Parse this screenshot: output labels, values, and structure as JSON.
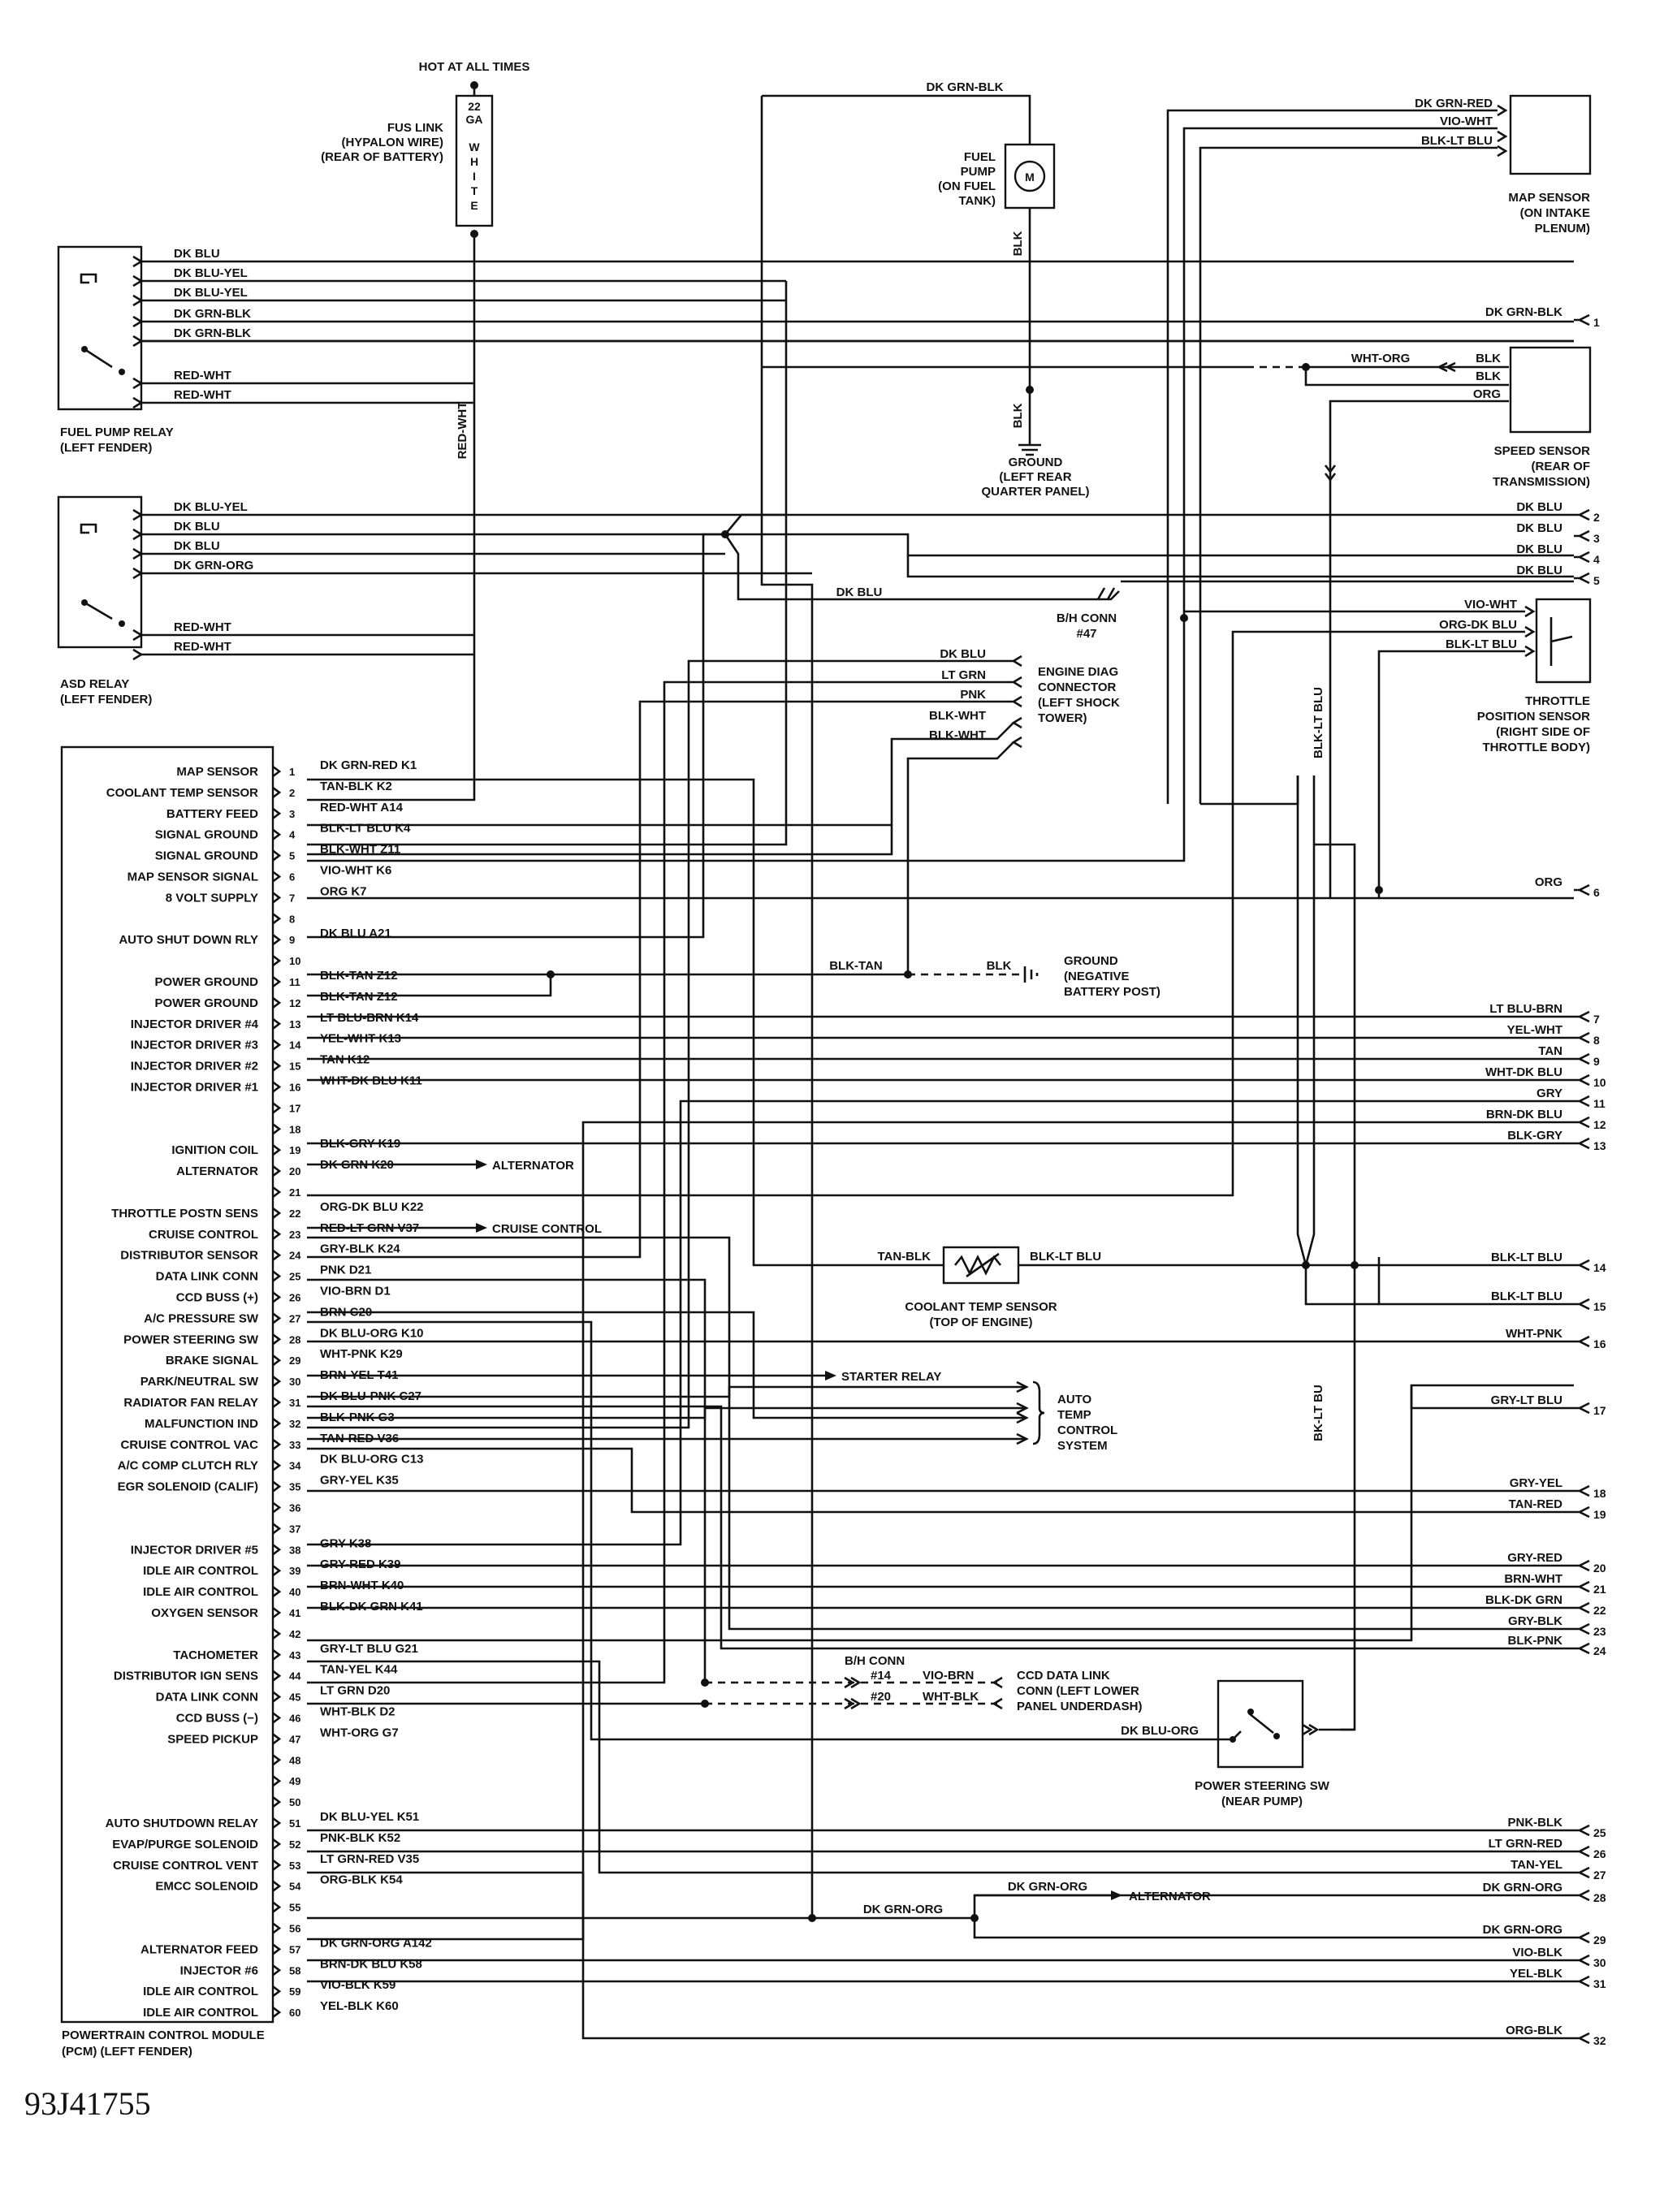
{
  "top_label": "HOT AT ALL TIMES",
  "fusible_link": {
    "label": [
      "FUS LINK",
      "(HYPALON WIRE)",
      "(REAR OF BATTERY)"
    ],
    "gauge": [
      "22",
      "GA"
    ],
    "color_letters": [
      "W",
      "H",
      "I",
      "T",
      "E"
    ],
    "wire": "RED-WHT"
  },
  "fuel_pump": {
    "label": [
      "FUEL",
      "PUMP",
      "(ON FUEL",
      "TANK)"
    ],
    "motor_symbol": "M",
    "feed_wire": "DK GRN-BLK",
    "ground_wire": "BLK"
  },
  "fuel_pump_ground": {
    "label": [
      "GROUND",
      "(LEFT REAR",
      "QUARTER PANEL)"
    ]
  },
  "map_sensor": {
    "label": [
      "MAP SENSOR",
      "(ON INTAKE",
      "PLENUM)"
    ],
    "wires": [
      "DK GRN-RED",
      "VIO-WHT",
      "BLK-LT BLU"
    ]
  },
  "fuel_pump_relay": {
    "label": [
      "FUEL PUMP RELAY",
      "(LEFT FENDER)"
    ],
    "wires": [
      "DK BLU",
      "DK BLU-YEL",
      "DK BLU-YEL",
      "DK GRN-BLK",
      "DK GRN-BLK",
      "RED-WHT",
      "RED-WHT"
    ]
  },
  "asd_relay": {
    "label": [
      "ASD RELAY",
      "(LEFT FENDER)"
    ],
    "wires": [
      "DK BLU-YEL",
      "DK BLU",
      "DK BLU",
      "DK GRN-ORG",
      "RED-WHT",
      "RED-WHT"
    ]
  },
  "speed_sensor": {
    "label": [
      "SPEED SENSOR",
      "(REAR OF",
      "TRANSMISSION)"
    ],
    "wires": [
      "BLK",
      "BLK",
      "ORG"
    ],
    "splice_wire": "WHT-ORG"
  },
  "bh_conn_47": {
    "label": [
      "B/H CONN",
      "#47"
    ],
    "wire": "DK BLU"
  },
  "throttle_position_sensor": {
    "label": [
      "THROTTLE",
      "POSITION SENSOR",
      "(RIGHT SIDE OF",
      "THROTTLE BODY)"
    ],
    "wires": [
      "VIO-WHT",
      "ORG-DK BLU",
      "BLK-LT BLU"
    ]
  },
  "engine_diag_connector": {
    "label": [
      "ENGINE DIAG",
      "CONNECTOR",
      "(LEFT SHOCK",
      "TOWER)"
    ],
    "wires": [
      "DK BLU",
      "LT GRN",
      "PNK",
      "BLK-WHT",
      "BLK-WHT"
    ]
  },
  "battery_ground": {
    "label": [
      "GROUND",
      "(NEGATIVE",
      "BATTERY POST)"
    ],
    "wires": [
      "BLK-TAN",
      "BLK"
    ]
  },
  "alternator_1": "ALTERNATOR",
  "cruise_control": "CRUISE CONTROL",
  "starter_relay": "STARTER RELAY",
  "auto_temp_control": [
    "AUTO",
    "TEMP",
    "CONTROL",
    "SYSTEM"
  ],
  "coolant_temp_sensor": {
    "label": [
      "COOLANT TEMP SENSOR",
      "(TOP OF ENGINE)"
    ],
    "wires": [
      "TAN-BLK",
      "BLK-LT BLU"
    ]
  },
  "vertical_labels": {
    "blk_lt_blu": "BLK-LT BLU",
    "bk_lt_bu": "BK-LT BU"
  },
  "bh_conn_ccd": {
    "title": "B/H CONN",
    "rows": [
      {
        "pin": "#14",
        "wire": "VIO-BRN"
      },
      {
        "pin": "#20",
        "wire": "WHT-BLK"
      }
    ],
    "label": [
      "CCD DATA LINK",
      "CONN (LEFT LOWER",
      "PANEL UNDERDASH)"
    ]
  },
  "power_steering_sw": {
    "label": [
      "POWER STEERING SW",
      "(NEAR PUMP)"
    ],
    "wire": "DK BLU-ORG"
  },
  "alternator_2": {
    "wires": [
      "DK GRN-ORG",
      "DK GRN-ORG"
    ],
    "label": "ALTERNATOR"
  },
  "pcm": {
    "label": [
      "POWERTRAIN CONTROL MODULE",
      "(PCM) (LEFT FENDER)"
    ],
    "pins": [
      {
        "num": "1",
        "name": "MAP SENSOR",
        "wire": "DK GRN-RED K1"
      },
      {
        "num": "2",
        "name": "COOLANT TEMP SENSOR",
        "wire": "TAN-BLK K2"
      },
      {
        "num": "3",
        "name": "BATTERY FEED",
        "wire": "RED-WHT A14"
      },
      {
        "num": "4",
        "name": "SIGNAL GROUND",
        "wire": "BLK-LT BLU K4"
      },
      {
        "num": "5",
        "name": "SIGNAL GROUND",
        "wire": "BLK-WHT Z11"
      },
      {
        "num": "6",
        "name": "MAP SENSOR SIGNAL",
        "wire": "VIO-WHT K6"
      },
      {
        "num": "7",
        "name": "8 VOLT SUPPLY",
        "wire": "ORG K7"
      },
      {
        "num": "8",
        "name": "",
        "wire": ""
      },
      {
        "num": "9",
        "name": "AUTO SHUT DOWN RLY",
        "wire": "DK BLU A21"
      },
      {
        "num": "10",
        "name": "",
        "wire": ""
      },
      {
        "num": "11",
        "name": "POWER GROUND",
        "wire": "BLK-TAN Z12"
      },
      {
        "num": "12",
        "name": "POWER GROUND",
        "wire": "BLK-TAN Z12"
      },
      {
        "num": "13",
        "name": "INJECTOR DRIVER #4",
        "wire": "LT BLU-BRN K14"
      },
      {
        "num": "14",
        "name": "INJECTOR DRIVER #3",
        "wire": "YEL-WHT K13"
      },
      {
        "num": "15",
        "name": "INJECTOR DRIVER #2",
        "wire": "TAN K12"
      },
      {
        "num": "16",
        "name": "INJECTOR DRIVER #1",
        "wire": "WHT-DK BLU K11"
      },
      {
        "num": "17",
        "name": "",
        "wire": ""
      },
      {
        "num": "18",
        "name": "",
        "wire": ""
      },
      {
        "num": "19",
        "name": "IGNITION COIL",
        "wire": "BLK-GRY K19"
      },
      {
        "num": "20",
        "name": "ALTERNATOR",
        "wire": "DK GRN K20"
      },
      {
        "num": "21",
        "name": "",
        "wire": ""
      },
      {
        "num": "22",
        "name": "THROTTLE POSTN SENS",
        "wire": "ORG-DK BLU K22"
      },
      {
        "num": "23",
        "name": "CRUISE CONTROL",
        "wire": "RED-LT GRN V37"
      },
      {
        "num": "24",
        "name": "DISTRIBUTOR SENSOR",
        "wire": "GRY-BLK K24"
      },
      {
        "num": "25",
        "name": "DATA LINK CONN",
        "wire": "PNK D21"
      },
      {
        "num": "26",
        "name": "CCD BUSS (+)",
        "wire": "VIO-BRN D1"
      },
      {
        "num": "27",
        "name": "A/C PRESSURE SW",
        "wire": "BRN C20"
      },
      {
        "num": "28",
        "name": "POWER STEERING SW",
        "wire": "DK BLU-ORG K10"
      },
      {
        "num": "29",
        "name": "BRAKE SIGNAL",
        "wire": "WHT-PNK K29"
      },
      {
        "num": "30",
        "name": "PARK/NEUTRAL SW",
        "wire": "BRN-YEL T41"
      },
      {
        "num": "31",
        "name": "RADIATOR FAN RELAY",
        "wire": "DK BLU-PNK C27"
      },
      {
        "num": "32",
        "name": "MALFUNCTION IND",
        "wire": "BLK-PNK G3"
      },
      {
        "num": "33",
        "name": "CRUISE CONTROL VAC",
        "wire": "TAN-RED V36"
      },
      {
        "num": "34",
        "name": "A/C COMP CLUTCH RLY",
        "wire": "DK BLU-ORG C13"
      },
      {
        "num": "35",
        "name": "EGR SOLENOID (CALIF)",
        "wire": "GRY-YEL K35"
      },
      {
        "num": "36",
        "name": "",
        "wire": ""
      },
      {
        "num": "37",
        "name": "",
        "wire": ""
      },
      {
        "num": "38",
        "name": "INJECTOR DRIVER #5",
        "wire": "GRY K38"
      },
      {
        "num": "39",
        "name": "IDLE AIR CONTROL",
        "wire": "GRY-RED K39"
      },
      {
        "num": "40",
        "name": "IDLE AIR CONTROL",
        "wire": "BRN-WHT K40"
      },
      {
        "num": "41",
        "name": "OXYGEN SENSOR",
        "wire": "BLK-DK GRN K41"
      },
      {
        "num": "42",
        "name": "",
        "wire": ""
      },
      {
        "num": "43",
        "name": "TACHOMETER",
        "wire": "GRY-LT BLU G21"
      },
      {
        "num": "44",
        "name": "DISTRIBUTOR IGN SENS",
        "wire": "TAN-YEL K44"
      },
      {
        "num": "45",
        "name": "DATA LINK CONN",
        "wire": "LT GRN D20"
      },
      {
        "num": "46",
        "name": "CCD BUSS (−)",
        "wire": "WHT-BLK D2"
      },
      {
        "num": "47",
        "name": "SPEED PICKUP",
        "wire": "WHT-ORG G7"
      },
      {
        "num": "48",
        "name": "",
        "wire": ""
      },
      {
        "num": "49",
        "name": "",
        "wire": ""
      },
      {
        "num": "50",
        "name": "",
        "wire": ""
      },
      {
        "num": "51",
        "name": "AUTO SHUTDOWN RELAY",
        "wire": "DK BLU-YEL K51"
      },
      {
        "num": "52",
        "name": "EVAP/PURGE SOLENOID",
        "wire": "PNK-BLK K52"
      },
      {
        "num": "53",
        "name": "CRUISE CONTROL VENT",
        "wire": "LT GRN-RED V35"
      },
      {
        "num": "54",
        "name": "EMCC SOLENOID",
        "wire": "ORG-BLK K54"
      },
      {
        "num": "55",
        "name": "",
        "wire": ""
      },
      {
        "num": "56",
        "name": "",
        "wire": ""
      },
      {
        "num": "57",
        "name": "ALTERNATOR FEED",
        "wire": "DK GRN-ORG A142"
      },
      {
        "num": "58",
        "name": "INJECTOR #6",
        "wire": "BRN-DK BLU K58"
      },
      {
        "num": "59",
        "name": "IDLE AIR CONTROL",
        "wire": "VIO-BLK K59"
      },
      {
        "num": "60",
        "name": "IDLE AIR CONTROL",
        "wire": "YEL-BLK K60"
      }
    ]
  },
  "right_connector": [
    {
      "num": "1",
      "wire": "DK GRN-BLK"
    },
    {
      "num": "2",
      "wire": "DK BLU"
    },
    {
      "num": "3",
      "wire": "DK BLU"
    },
    {
      "num": "4",
      "wire": "DK BLU"
    },
    {
      "num": "5",
      "wire": "DK BLU"
    },
    {
      "num": "6",
      "wire": "ORG"
    },
    {
      "num": "7",
      "wire": "LT BLU-BRN"
    },
    {
      "num": "8",
      "wire": "YEL-WHT"
    },
    {
      "num": "9",
      "wire": "TAN"
    },
    {
      "num": "10",
      "wire": "WHT-DK BLU"
    },
    {
      "num": "11",
      "wire": "GRY"
    },
    {
      "num": "12",
      "wire": "BRN-DK BLU"
    },
    {
      "num": "13",
      "wire": "BLK-GRY"
    },
    {
      "num": "14",
      "wire": "BLK-LT BLU"
    },
    {
      "num": "15",
      "wire": "BLK-LT BLU"
    },
    {
      "num": "16",
      "wire": "WHT-PNK"
    },
    {
      "num": "17",
      "wire": "GRY-LT BLU"
    },
    {
      "num": "18",
      "wire": "GRY-YEL"
    },
    {
      "num": "19",
      "wire": "TAN-RED"
    },
    {
      "num": "20",
      "wire": "GRY-RED"
    },
    {
      "num": "21",
      "wire": "BRN-WHT"
    },
    {
      "num": "22",
      "wire": "BLK-DK GRN"
    },
    {
      "num": "23",
      "wire": "GRY-BLK"
    },
    {
      "num": "24",
      "wire": "BLK-PNK"
    },
    {
      "num": "25",
      "wire": "PNK-BLK"
    },
    {
      "num": "26",
      "wire": "LT GRN-RED"
    },
    {
      "num": "27",
      "wire": "TAN-YEL"
    },
    {
      "num": "28",
      "wire": "DK GRN-ORG"
    },
    {
      "num": "29",
      "wire": "DK GRN-ORG"
    },
    {
      "num": "30",
      "wire": "VIO-BLK"
    },
    {
      "num": "31",
      "wire": "YEL-BLK"
    },
    {
      "num": "32",
      "wire": "ORG-BLK"
    }
  ],
  "figure_id": "93J41755"
}
